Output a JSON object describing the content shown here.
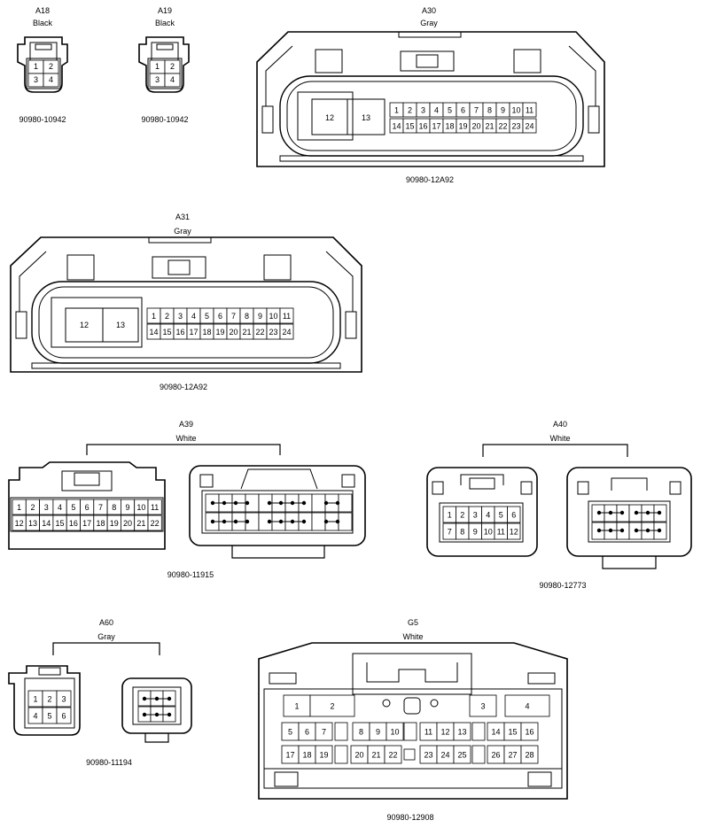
{
  "connectors": {
    "a18": {
      "id": "A18",
      "color": "Black",
      "part": "90980-10942",
      "pins": [
        "1",
        "2",
        "3",
        "4"
      ]
    },
    "a19": {
      "id": "A19",
      "color": "Black",
      "part": "90980-10942",
      "pins": [
        "1",
        "2",
        "3",
        "4"
      ]
    },
    "a30": {
      "id": "A30",
      "color": "Gray",
      "part": "90980-12A92",
      "big": [
        "12",
        "13"
      ],
      "row1": [
        "1",
        "2",
        "3",
        "4",
        "5",
        "6",
        "7",
        "8",
        "9",
        "10",
        "11"
      ],
      "row2": [
        "14",
        "15",
        "16",
        "17",
        "18",
        "19",
        "20",
        "21",
        "22",
        "23",
        "24"
      ]
    },
    "a31": {
      "id": "A31",
      "color": "Gray",
      "part": "90980-12A92",
      "big": [
        "12",
        "13"
      ],
      "row1": [
        "1",
        "2",
        "3",
        "4",
        "5",
        "6",
        "7",
        "8",
        "9",
        "10",
        "11"
      ],
      "row2": [
        "14",
        "15",
        "16",
        "17",
        "18",
        "19",
        "20",
        "21",
        "22",
        "23",
        "24"
      ]
    },
    "a39": {
      "id": "A39",
      "color": "White",
      "part": "90980-11915",
      "row1": [
        "1",
        "2",
        "3",
        "4",
        "5",
        "6",
        "7",
        "8",
        "9",
        "10",
        "11"
      ],
      "row2": [
        "12",
        "13",
        "14",
        "15",
        "16",
        "17",
        "18",
        "19",
        "20",
        "21",
        "22"
      ]
    },
    "a40": {
      "id": "A40",
      "color": "White",
      "part": "90980-12773",
      "row1": [
        "1",
        "2",
        "3",
        "4",
        "5",
        "6"
      ],
      "row2": [
        "7",
        "8",
        "9",
        "10",
        "11",
        "12"
      ]
    },
    "a60": {
      "id": "A60",
      "color": "Gray",
      "part": "90980-11194",
      "row1": [
        "1",
        "2",
        "3"
      ],
      "row2": [
        "4",
        "5",
        "6"
      ]
    },
    "g5": {
      "id": "G5",
      "color": "White",
      "part": "90980-12908",
      "top": [
        "1",
        "2",
        "3",
        "4"
      ],
      "mid": [
        "5",
        "6",
        "7",
        "8",
        "9",
        "10",
        "11",
        "12",
        "13",
        "14",
        "15",
        "16"
      ],
      "bot": [
        "17",
        "18",
        "19",
        "20",
        "21",
        "22",
        "23",
        "24",
        "25",
        "26",
        "27",
        "28"
      ]
    }
  }
}
